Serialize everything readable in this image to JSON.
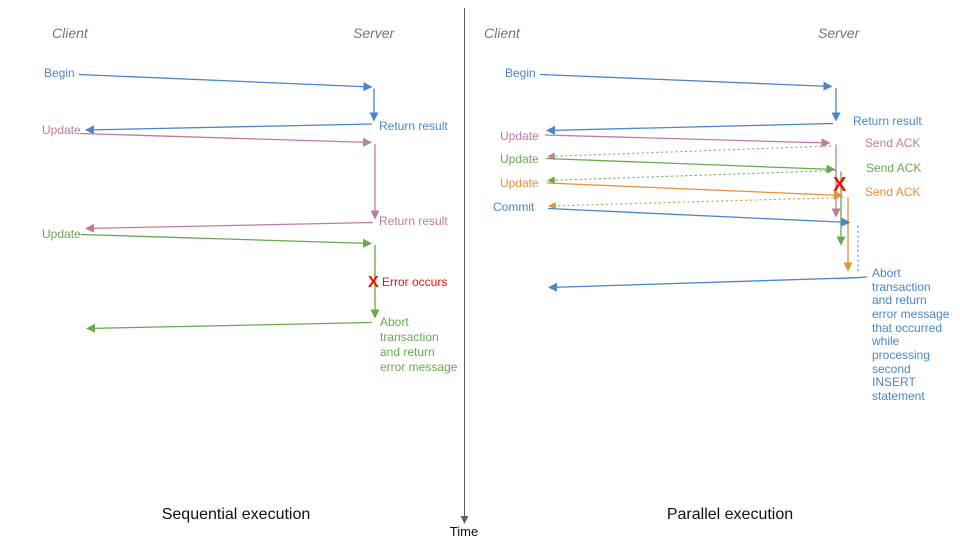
{
  "colors": {
    "blue": "#4a86c8",
    "pink": "#c27ba0",
    "green": "#6aa84f",
    "orange": "#e69138",
    "red": "#ee1100",
    "header_gray": "#757575",
    "axis_gray": "#606060",
    "caption_black": "#111111"
  },
  "time_axis": {
    "label": "Time"
  },
  "left": {
    "caption": "Sequential execution",
    "client_header": "Client",
    "server_header": "Server",
    "labels": {
      "begin": "Begin",
      "return1": "Return result",
      "update1": "Update",
      "return2": "Return result",
      "update2": "Update",
      "error_x": "X",
      "error_text": "Error occurs",
      "abort_lines": [
        "Abort",
        "transaction",
        "and return",
        "error message"
      ]
    }
  },
  "right": {
    "caption": "Parallel execution",
    "client_header": "Client",
    "server_header": "Server",
    "labels": {
      "begin": "Begin",
      "return1": "Return result",
      "update1": "Update",
      "ack1": "Send ACK",
      "update2": "Update",
      "ack2": "Send ACK",
      "update3": "Update",
      "ack3": "Send ACK",
      "commit": "Commit",
      "error_x": "X",
      "abort_lines": [
        "Abort",
        "transaction",
        "and return",
        "error message",
        "that occurred",
        "while",
        "processing",
        "second",
        "INSERT",
        "statement"
      ]
    }
  }
}
